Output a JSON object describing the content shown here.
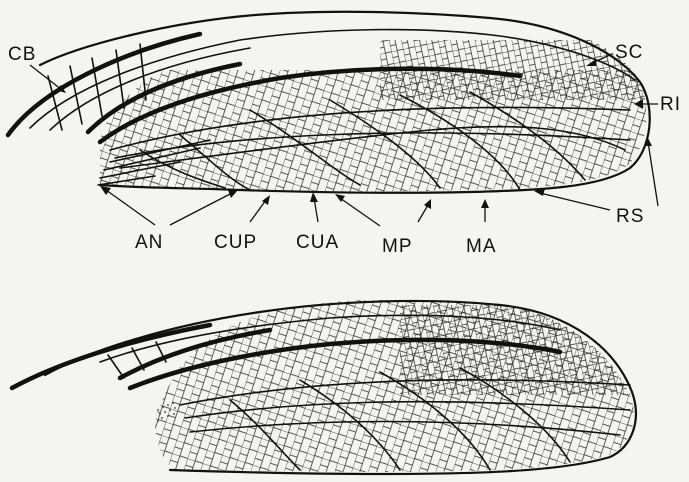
{
  "labels": {
    "cb": "CB",
    "sc": "SC",
    "ri": "RI",
    "rs": "RS",
    "an": "AN",
    "cup": "CUP",
    "cua": "CUA",
    "mp": "MP",
    "ma": "MA"
  }
}
